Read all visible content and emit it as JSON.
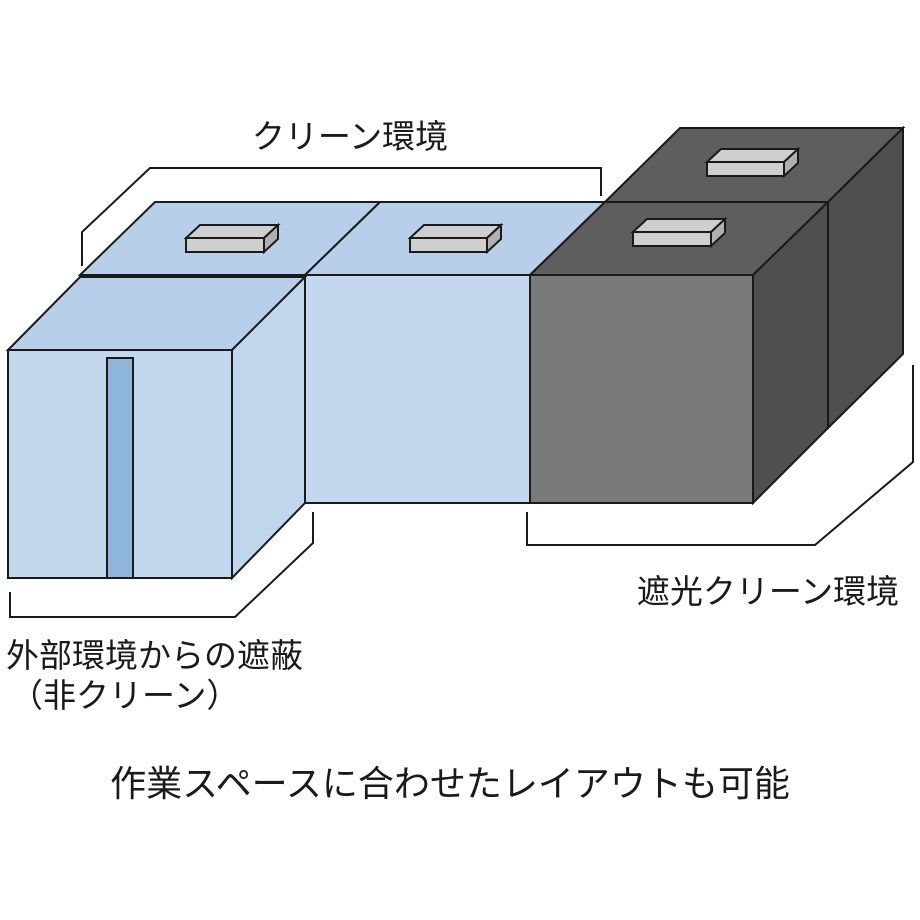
{
  "labels": {
    "clean_environment": "クリーン環境",
    "lightproof_clean_environment": "遮光クリーン環境",
    "external_shielding_line1": "外部環境からの遮蔽",
    "external_shielding_line2": "（非クリーン）",
    "caption": "作業スペースに合わせたレイアウトも可能"
  },
  "colors": {
    "clean_box_front": "#c3d8ee",
    "clean_box_top": "#b7cfe9",
    "clean_box_side": "#c0d6ed",
    "door_panel": "#8fb7dc",
    "dark_box_front": "#7a7a7a",
    "dark_box_top": "#5e5e5e",
    "dark_box_side": "#4f4f4f",
    "filter_unit": "#cfcfcf",
    "outline": "#1a1a1a"
  }
}
